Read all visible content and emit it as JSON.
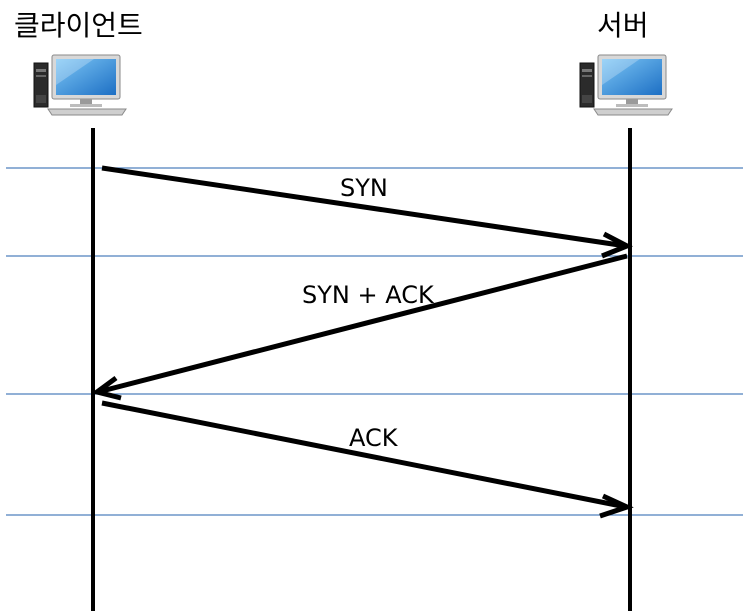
{
  "participants": {
    "client": "클라이언트",
    "server": "서버"
  },
  "messages": [
    {
      "label": "SYN",
      "from": "client",
      "to": "server"
    },
    {
      "label": "SYN + ACK",
      "from": "server",
      "to": "client"
    },
    {
      "label": "ACK",
      "from": "client",
      "to": "server"
    }
  ],
  "colors": {
    "lifeline": "#000000",
    "arrow": "#000000",
    "guide_line": "#4f81bd",
    "monitor_screen": "#2e8fd8"
  },
  "icons": [
    "computer-icon",
    "computer-icon"
  ]
}
